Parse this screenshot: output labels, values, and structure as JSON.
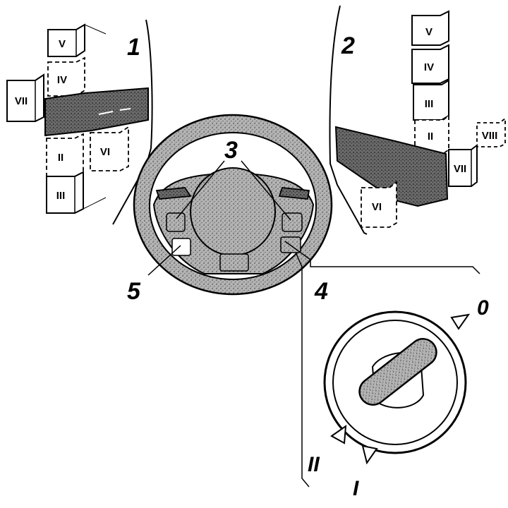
{
  "callouts": {
    "c1": "1",
    "c2": "2",
    "c3": "3",
    "c4": "4",
    "c5": "5"
  },
  "stalk_left": {
    "positions": [
      "V",
      "IV",
      "VII",
      "VI",
      "II",
      "III"
    ]
  },
  "stalk_right": {
    "positions": [
      "V",
      "IV",
      "III",
      "II",
      "VIII",
      "VII",
      "VI"
    ]
  },
  "ignition": {
    "positions": [
      "0",
      "I",
      "II"
    ]
  },
  "colors": {
    "ink": "#000000",
    "tone": "#9a9a9a",
    "paper": "#ffffff"
  }
}
